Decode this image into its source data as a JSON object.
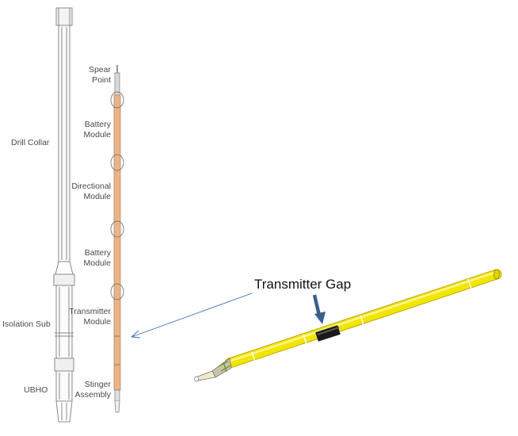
{
  "left_labels": {
    "drill_collar": "Drill Collar",
    "isolation_sub": "Isolation Sub",
    "ubho": "UBHO"
  },
  "tool_labels": {
    "spear_point": [
      "Spear",
      "Point"
    ],
    "battery_module_1": [
      "Battery",
      "Module"
    ],
    "directional_module": [
      "Directional",
      "Module"
    ],
    "battery_module_2": [
      "Battery",
      "Module"
    ],
    "transmitter_module": [
      "Transmitter",
      "Module"
    ],
    "stinger_assembly": [
      "Stinger",
      "Assembly"
    ]
  },
  "callout": {
    "transmitter_gap": "Transmitter Gap"
  },
  "colors": {
    "tool_orange": "#e8b488",
    "tool_yellow": "#f2e600",
    "gap_black": "#1a1a1a",
    "arrow_blue": "#3d6fb5",
    "callout_arrow": "#3a5f8f",
    "outline_gray": "#8a8a8a"
  }
}
